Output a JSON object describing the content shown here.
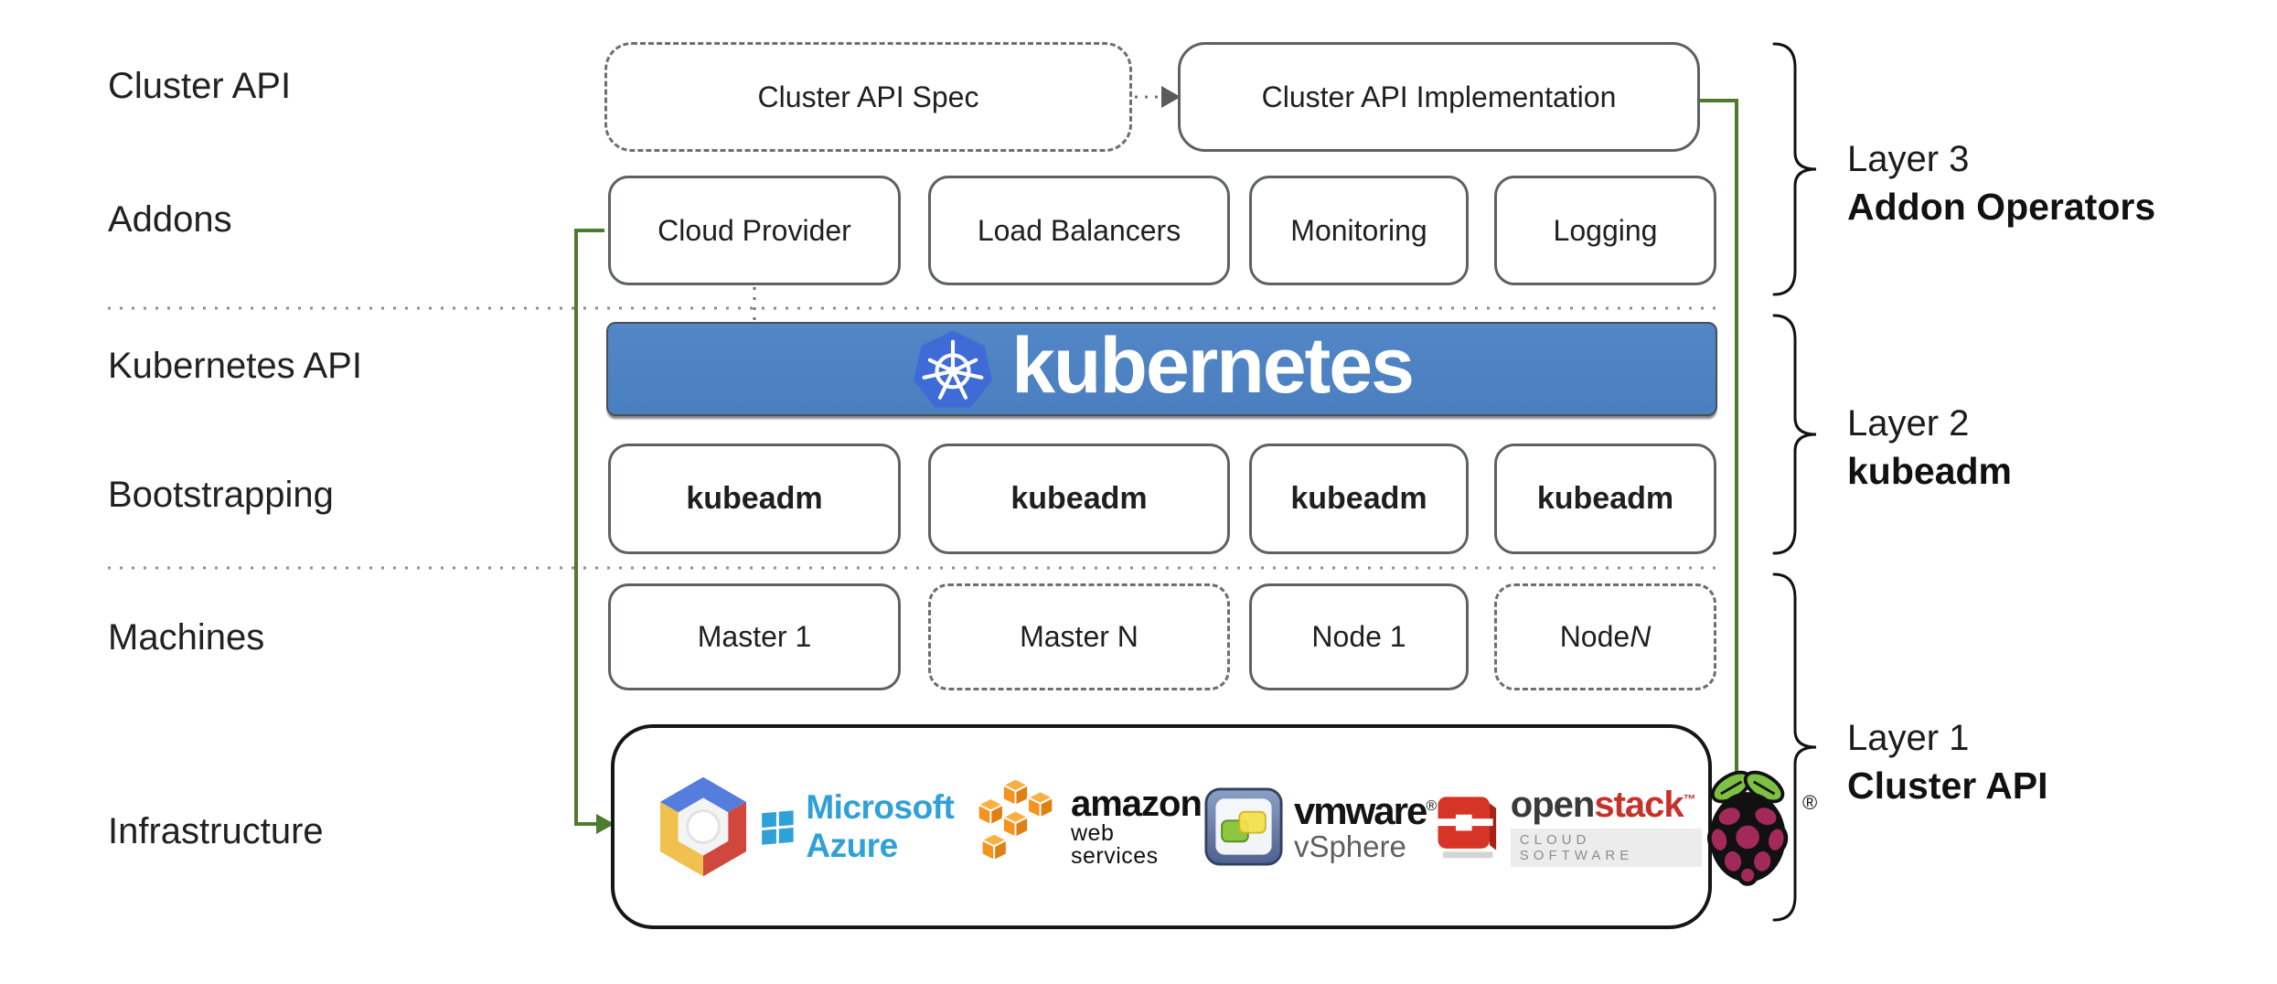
{
  "diagram": {
    "row_labels": [
      "Cluster API",
      "Addons",
      "Kubernetes API",
      "Bootstrapping",
      "Machines",
      "Infrastructure"
    ],
    "top": {
      "spec": "Cluster API Spec",
      "implementation": "Cluster API Implementation"
    },
    "addons": [
      "Cloud Provider",
      "Load Balancers",
      "Monitoring",
      "Logging"
    ],
    "banner": {
      "text": "kubernetes",
      "logo": "kubernetes-wheel-icon"
    },
    "bootstrapping": [
      "kubeadm",
      "kubeadm",
      "kubeadm",
      "kubeadm"
    ],
    "machines": [
      {
        "label": "Master 1",
        "style": "solid"
      },
      {
        "label": "Master N",
        "style": "dashed"
      },
      {
        "label": "Node 1",
        "style": "solid"
      },
      {
        "label": "Node ",
        "n": "N",
        "style": "dashed"
      }
    ],
    "layers": [
      {
        "line1": "Layer 3",
        "line2": "Addon Operators"
      },
      {
        "line1": "Layer 2",
        "line2": "kubeadm"
      },
      {
        "line1": "Layer 1",
        "line2": "Cluster API"
      }
    ],
    "infrastructure": {
      "logo_names": [
        "google-cloud",
        "microsoft-azure",
        "amazon-web-services",
        "vmware-vsphere",
        "openstack",
        "raspberry-pi"
      ],
      "azure_label": "Microsoft Azure",
      "aws_label_1": "amazon",
      "aws_label_2": "web services",
      "vmware_label_1": "vmware",
      "vmware_reg": "®",
      "vmware_label_2": "vSphere",
      "openstack_label_open": "open",
      "openstack_label_stack": "stack",
      "openstack_tm": "™",
      "openstack_sub": "CLOUD SOFTWARE",
      "rpi_reg": "®"
    },
    "colors": {
      "arrow_green": "#4e7b2f",
      "banner_blue": "#4e83c4",
      "k8s_logo_blue": "#3f6bd6",
      "border_gray": "#5d6065",
      "azure_blue": "#2fa0d8",
      "aws_orange": "#f6921e",
      "openstack_red": "#d33a2a",
      "raspberry_red": "#a3295a",
      "leaf_green": "#7ec043"
    }
  }
}
